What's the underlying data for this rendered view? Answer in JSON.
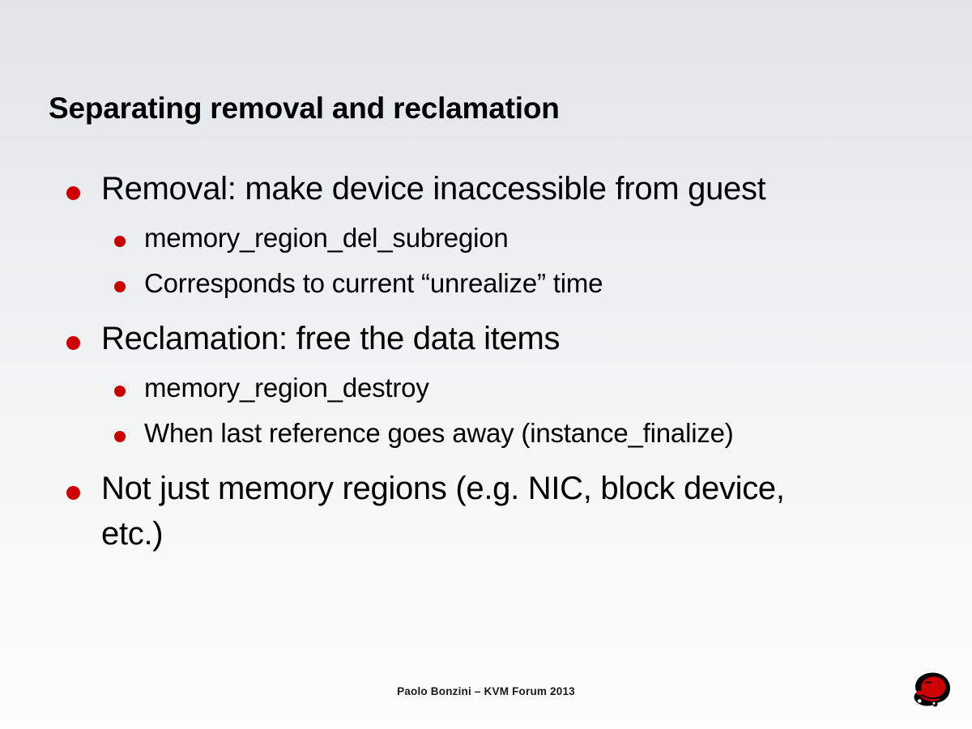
{
  "slide": {
    "title": "Separating removal and reclamation",
    "bullets": [
      {
        "level": 1,
        "text": "Removal: make device inaccessible from guest"
      },
      {
        "level": 2,
        "text": "memory_region_del_subregion"
      },
      {
        "level": 2,
        "text": "Corresponds to current “unrealize” time"
      },
      {
        "level": 1,
        "text": "Reclamation: free the data items"
      },
      {
        "level": 2,
        "text": "memory_region_destroy"
      },
      {
        "level": 2,
        "text": "When last reference goes away (instance_finalize)"
      },
      {
        "level": 1,
        "text": "Not just memory regions (e.g. NIC, block device, etc.)"
      }
    ],
    "footer": "Paolo Bonzini – KVM Forum 2013",
    "logo_name": "red-hat-shadowman-logo",
    "colors": {
      "bullet_red": "#cc0000",
      "text_black": "#000000",
      "background_top": "#e3e6e9",
      "background_bottom": "#fdfdfd",
      "logo_red": "#cc0000",
      "logo_black": "#000000"
    }
  }
}
